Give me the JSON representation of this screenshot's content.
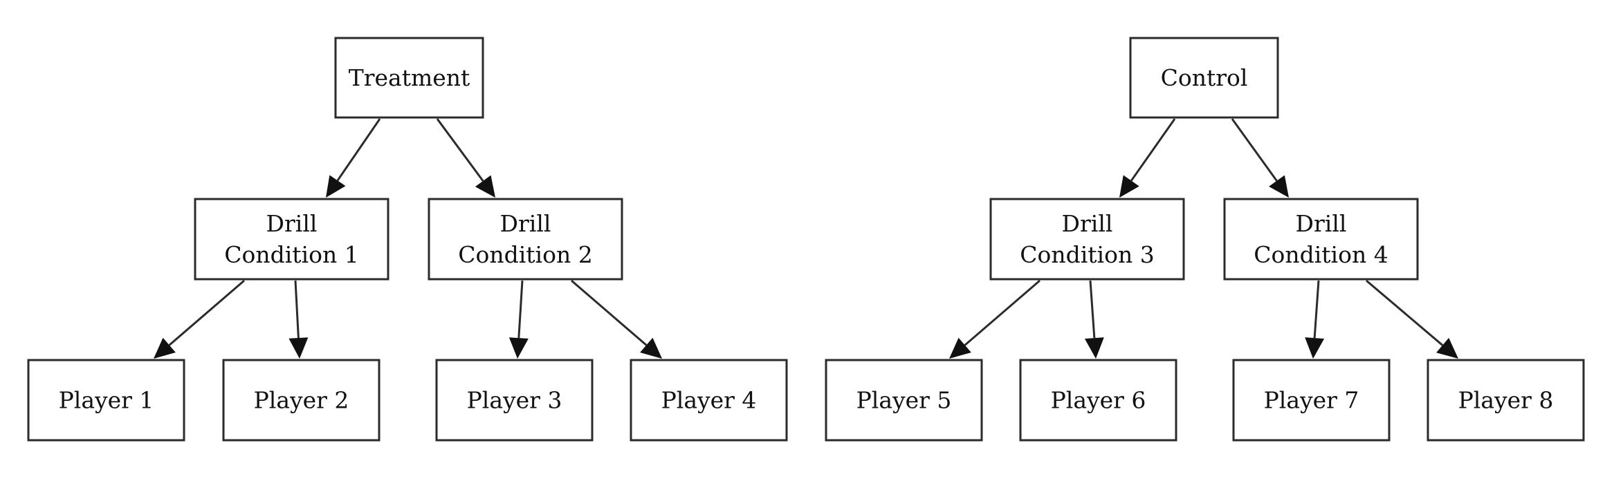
{
  "nodes": {
    "treatment": {
      "lines": [
        "Treatment"
      ]
    },
    "control": {
      "lines": [
        "Control"
      ]
    },
    "dc1": {
      "lines": [
        "Drill",
        "Condition 1"
      ]
    },
    "dc2": {
      "lines": [
        "Drill",
        "Condition 2"
      ]
    },
    "dc3": {
      "lines": [
        "Drill",
        "Condition 3"
      ]
    },
    "dc4": {
      "lines": [
        "Drill",
        "Condition 4"
      ]
    },
    "p1": {
      "lines": [
        "Player 1"
      ]
    },
    "p2": {
      "lines": [
        "Player 2"
      ]
    },
    "p3": {
      "lines": [
        "Player 3"
      ]
    },
    "p4": {
      "lines": [
        "Player 4"
      ]
    },
    "p5": {
      "lines": [
        "Player 5"
      ]
    },
    "p6": {
      "lines": [
        "Player 6"
      ]
    },
    "p7": {
      "lines": [
        "Player 7"
      ]
    },
    "p8": {
      "lines": [
        "Player 8"
      ]
    }
  },
  "edges": [
    [
      "treatment",
      "dc1"
    ],
    [
      "treatment",
      "dc2"
    ],
    [
      "control",
      "dc3"
    ],
    [
      "control",
      "dc4"
    ],
    [
      "dc1",
      "p1"
    ],
    [
      "dc1",
      "p2"
    ],
    [
      "dc2",
      "p3"
    ],
    [
      "dc2",
      "p4"
    ],
    [
      "dc3",
      "p5"
    ],
    [
      "dc3",
      "p6"
    ],
    [
      "dc4",
      "p7"
    ],
    [
      "dc4",
      "p8"
    ]
  ]
}
